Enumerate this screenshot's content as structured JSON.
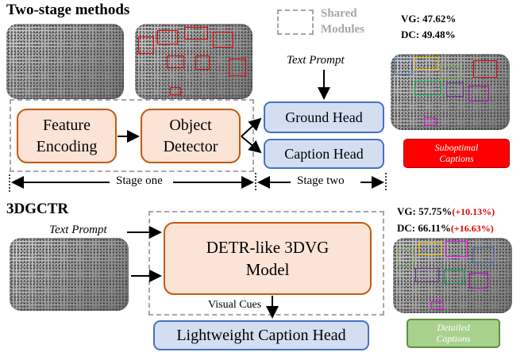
{
  "top": {
    "title": "Two-stage methods",
    "legend_label": "Shared\nModules",
    "metrics": {
      "vg": "VG: 47.62%",
      "dc": "DC: 49.48%"
    },
    "text_prompt": "Text Prompt",
    "feature_encoding": "Feature\nEncoding",
    "object_detector": "Object\nDetector",
    "ground_head": "Ground Head",
    "caption_head": "Caption Head",
    "result_tag": "Suboptimal\nCaptions",
    "stage_one": "Stage one",
    "stage_two": "Stage two"
  },
  "bottom": {
    "title": "3DGCTR",
    "metrics": {
      "vg": "VG: 57.75%",
      "vg_delta": "(+10.13%)",
      "dc": "DC: 66.11%",
      "dc_delta": "(+16.63%)"
    },
    "text_prompt": "Text Prompt",
    "model": "DETR-like 3DVG\nModel",
    "visual_cues": "Visual Cues",
    "caption_head": "Lightweight Caption Head",
    "result_tag": "Detailed\nCaptions"
  },
  "colors": {
    "orange_fill": "#fbe3d5",
    "orange_border": "#c55a11",
    "blue_fill": "#d4def1",
    "blue_border": "#4472c4",
    "dashed_gray": "#a6a6a6",
    "red_tag": "#ff0000",
    "green_tag": "#a9d18e",
    "delta_red": "#e00000"
  }
}
